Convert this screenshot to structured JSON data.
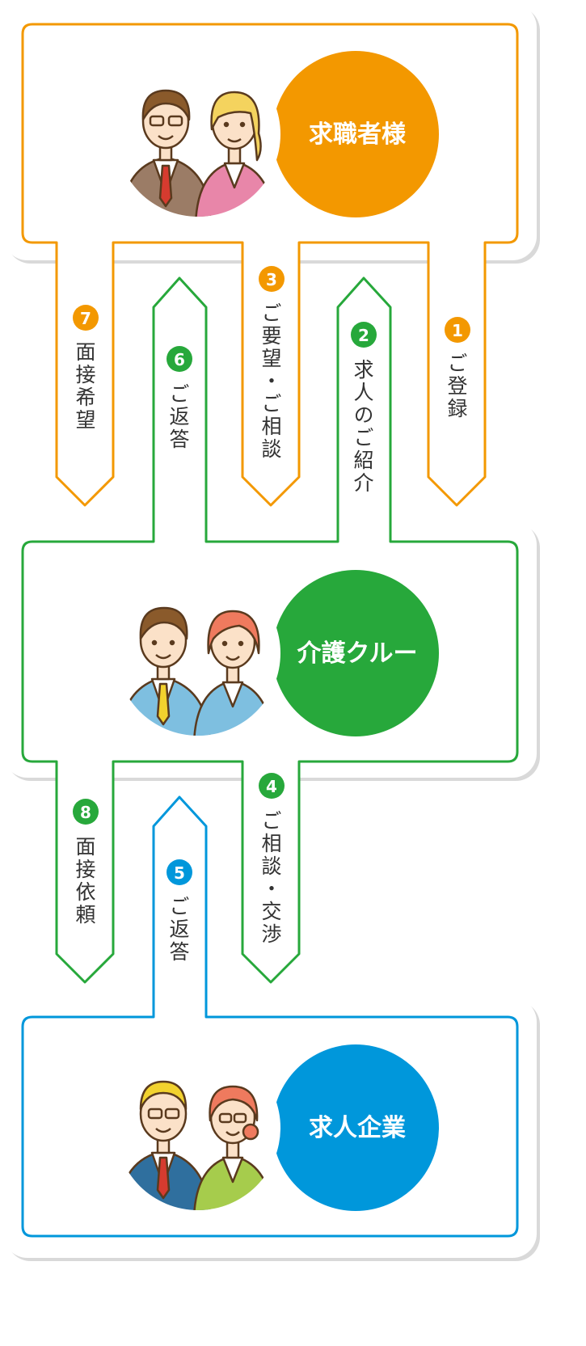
{
  "colors": {
    "seeker": "#F39800",
    "agency": "#27A83B",
    "company": "#0097DB",
    "shadow": "#d8d8d8",
    "text": "#333333"
  },
  "nodes": {
    "seeker": {
      "label": "求職者様"
    },
    "agency": {
      "label": "介護クルー"
    },
    "company": {
      "label": "求人企業"
    }
  },
  "steps": [
    {
      "num": "1",
      "label": "ご登録",
      "direction": "down",
      "from": "seeker",
      "to": "agency"
    },
    {
      "num": "2",
      "label": "求人のご紹介",
      "direction": "up",
      "from": "agency",
      "to": "seeker"
    },
    {
      "num": "3",
      "label": "ご要望・ご相談",
      "direction": "down",
      "from": "seeker",
      "to": "agency"
    },
    {
      "num": "4",
      "label": "ご相談・交渉",
      "direction": "down",
      "from": "agency",
      "to": "company"
    },
    {
      "num": "5",
      "label": "ご返答",
      "direction": "up",
      "from": "company",
      "to": "agency"
    },
    {
      "num": "6",
      "label": "ご返答",
      "direction": "up",
      "from": "agency",
      "to": "seeker"
    },
    {
      "num": "7",
      "label": "面接希望",
      "direction": "down",
      "from": "seeker",
      "to": "agency"
    },
    {
      "num": "8",
      "label": "面接依頼",
      "direction": "down",
      "from": "agency",
      "to": "company"
    }
  ],
  "icons": {
    "seeker": "seeker-people-icon",
    "agency": "agency-staff-icon",
    "company": "company-people-icon"
  }
}
